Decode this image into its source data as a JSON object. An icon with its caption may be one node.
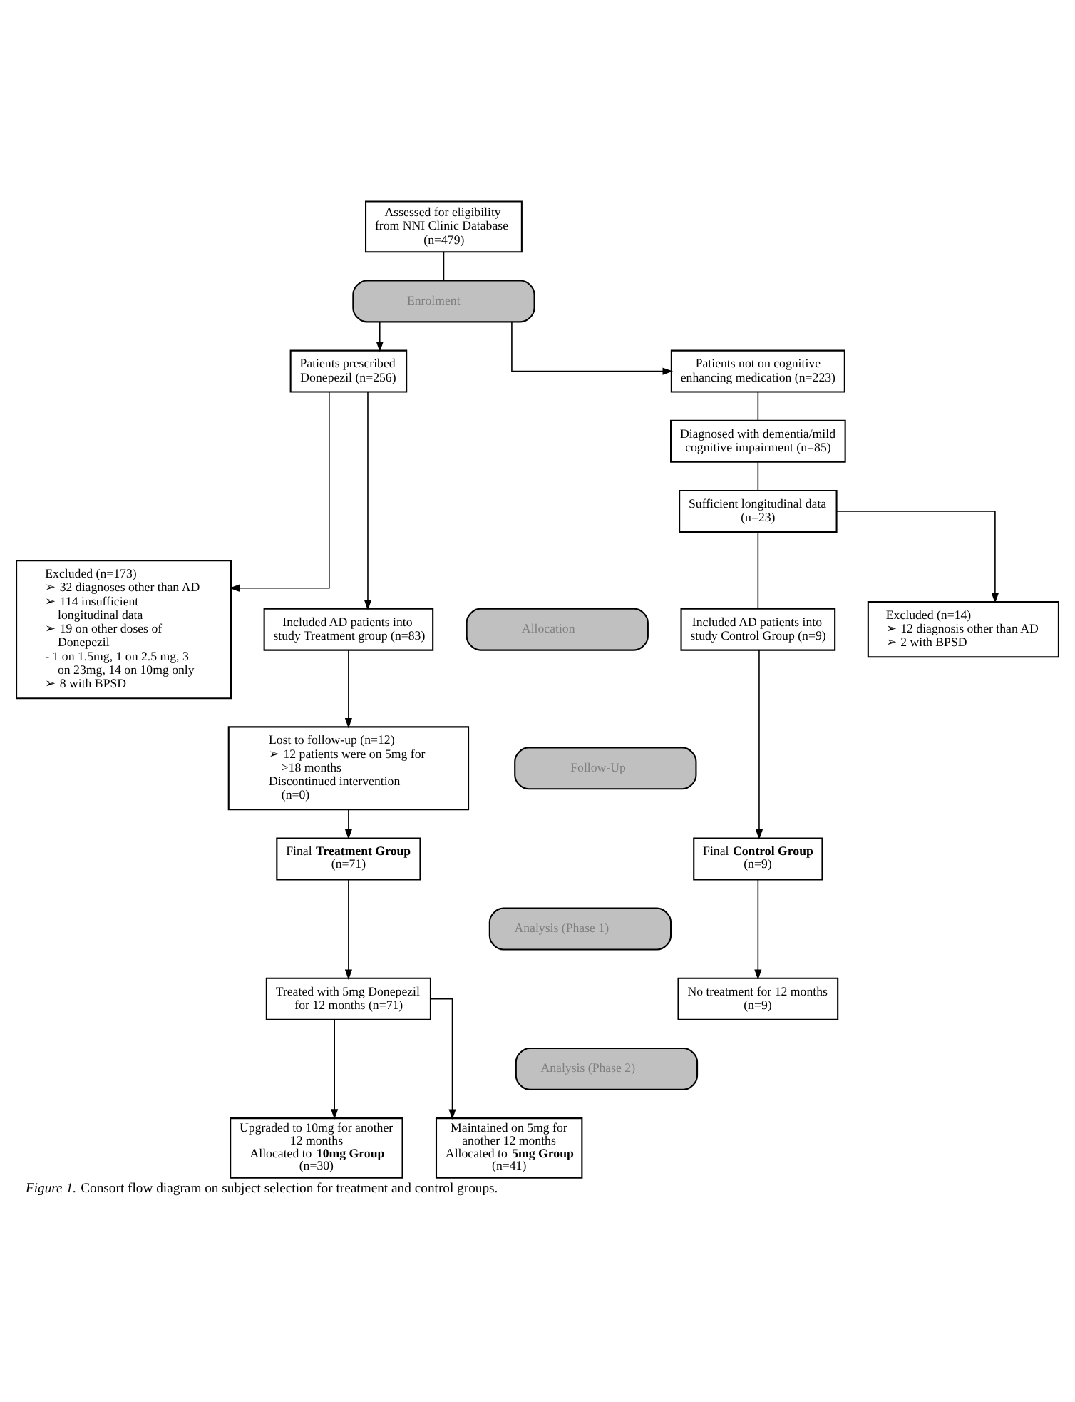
{
  "diagram": {
    "caption": "*Figure 1.* Consort flow diagram on subject selection for treatment and control groups.",
    "nodes": [
      {
        "text": [
          "Assessed for eligibility from NNI Clinic Database (n=479)"
        ]
      },
      {
        "text": [
          "Enrolment"
        ]
      },
      {
        "text": [
          "Patients prescribed Donepezil (n=256)"
        ]
      },
      {
        "text": [
          "Patients not on cognitive enhancing medication (n=223)"
        ]
      },
      {
        "text": [
          "Excluded (n=173)",
          "➢ 32 diagnoses other than AD",
          "➢ 114 insufficient longitudinal data",
          "➢ 19 on other doses of Donepezil",
          "- 1 on 1.5mg, 1 on 2.5 mg, 3 on 23mg, 14 on 10mg only",
          "➢ 8 with BPSD"
        ]
      },
      {
        "text": [
          "Diagnosed with dementia/mild cognitive impairment (n=85)"
        ]
      },
      {
        "text": [
          "Sufficient longitudinal data (n=23)"
        ]
      },
      {
        "text": [
          "Excluded (n=14)",
          "➢ 12 diagnosis other than AD",
          "➢ 2 with BPSD"
        ]
      },
      {
        "text": [
          "Allocation"
        ]
      },
      {
        "text": [
          "Included AD patients into study Treatment group (n=83)"
        ]
      },
      {
        "text": [
          "Included AD patients into study Control Group (n=9)"
        ]
      },
      {
        "text": [
          "Follow-Up"
        ]
      },
      {
        "text": [
          "Lost to follow-up (n=12)",
          "➢ 12 patients were on 5mg for >18 months",
          "Discontinued intervention (n=0)"
        ]
      },
      {
        "text": [
          "Final **Treatment Group** (n=71)"
        ]
      },
      {
        "text": [
          "Final **Control Group** (n=9)"
        ]
      },
      {
        "text": [
          "Analysis (Phase 1)"
        ]
      },
      {
        "text": [
          "Treated with 5mg Donepezil for 12 months (n=71)"
        ]
      },
      {
        "text": [
          "No treatment for 12 months (n=9)"
        ]
      },
      {
        "text": [
          "Analysis (Phase 2)"
        ]
      },
      {
        "text": [
          "Maintained on 5mg for another 12 months",
          "Allocated to **5mg Group** (n=41)"
        ]
      },
      {
        "text": [
          "Upgraded to 10mg for another 12 months",
          "Allocated to **10mg Group** (n=30)"
        ]
      }
    ],
    "edges": [
      {
        "from": 0,
        "to": 1,
        "arrow": "none"
      },
      {
        "from": 1,
        "to": 2,
        "arrow": "to"
      },
      {
        "from": 1,
        "to": 3,
        "arrow": "to"
      },
      {
        "from": 2,
        "to": 4,
        "arrow": "to"
      },
      {
        "from": 2,
        "to": 9,
        "arrow": "to"
      },
      {
        "from": 3,
        "to": 5,
        "arrow": "none"
      },
      {
        "from": 5,
        "to": 6,
        "arrow": "none"
      },
      {
        "from": 6,
        "to": 7,
        "arrow": "to"
      },
      {
        "from": 6,
        "to": 10,
        "arrow": "none"
      },
      {
        "from": 9,
        "to": 12,
        "arrow": "to"
      },
      {
        "from": 12,
        "to": 13,
        "arrow": "to"
      },
      {
        "from": 10,
        "to": 14,
        "arrow": "to"
      },
      {
        "from": 13,
        "to": 16,
        "arrow": "to"
      },
      {
        "from": 14,
        "to": 17,
        "arrow": "to"
      },
      {
        "from": 16,
        "to": 19,
        "arrow": "to"
      },
      {
        "from": 16,
        "to": 20,
        "arrow": "to"
      }
    ]
  }
}
